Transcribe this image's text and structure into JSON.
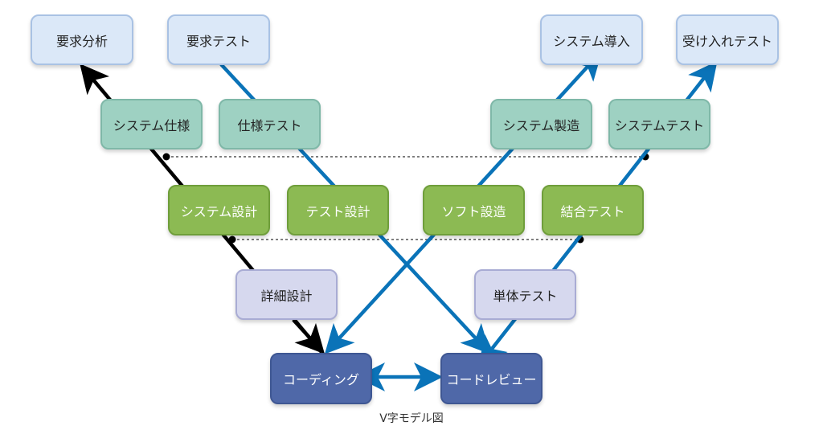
{
  "nodes": {
    "req_analysis": {
      "label": "要求分析"
    },
    "req_test": {
      "label": "要求テスト"
    },
    "sys_install": {
      "label": "システム導入"
    },
    "accept_test": {
      "label": "受け入れテスト"
    },
    "sys_spec": {
      "label": "システム仕様"
    },
    "spec_test": {
      "label": "仕様テスト"
    },
    "sys_build": {
      "label": "システム製造"
    },
    "sys_test": {
      "label": "システムテスト"
    },
    "sys_design": {
      "label": "システム設計"
    },
    "test_design": {
      "label": "テスト設計"
    },
    "soft_build": {
      "label": "ソフト設造"
    },
    "integ_test": {
      "label": "結合テスト"
    },
    "detail_design": {
      "label": "詳細設計"
    },
    "unit_test": {
      "label": "単体テスト"
    },
    "coding": {
      "label": "コーディング"
    },
    "code_review": {
      "label": "コードレビュー"
    }
  },
  "caption": "V字モデル図",
  "colors": {
    "blue_arrow": "#0a73b8",
    "black_arrow": "#000000",
    "tier1": "#dbe8f8",
    "tier2": "#9ed1c2",
    "tier3": "#8cba53",
    "tier4": "#d6d8ee",
    "tier5": "#4f68a8"
  }
}
